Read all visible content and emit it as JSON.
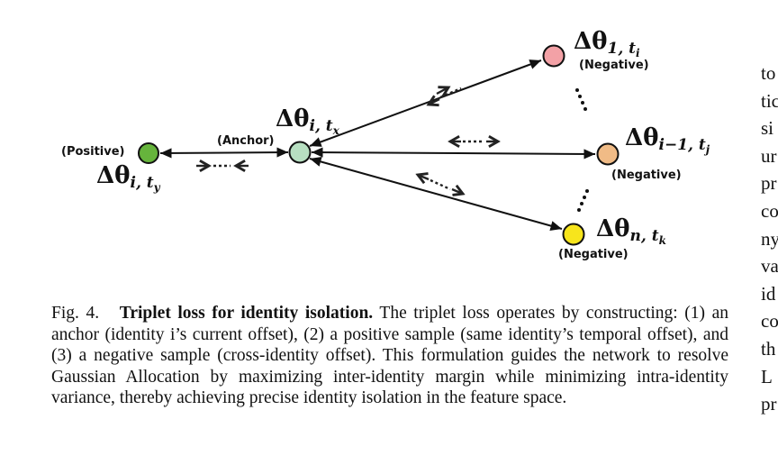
{
  "diagram": {
    "nodes": {
      "positive": {
        "label": "Δθ",
        "sub": "i, t",
        "subsub": "y",
        "tag": "(Positive)",
        "color": "#66b43c"
      },
      "anchor": {
        "label": "Δθ",
        "sub": "i, t",
        "subsub": "x",
        "tag": "(Anchor)",
        "color": "#b7dfc1"
      },
      "neg1": {
        "label": "Δθ",
        "sub": "1, t",
        "subsub": "i",
        "tag": "(Negative)",
        "color": "#f3a1a6"
      },
      "neg2": {
        "label": "Δθ",
        "sub": "i−1, t",
        "subsub": "j",
        "tag": "(Negative)",
        "color": "#f0bb86"
      },
      "negn": {
        "label": "Δθ",
        "sub": "n, t",
        "subsub": "k",
        "tag": "(Negative)",
        "color": "#f7e51c"
      }
    }
  },
  "caption": {
    "prefix": "Fig. 4.",
    "title": "Triplet loss for identity isolation.",
    "body": "The triplet loss operates by constructing: (1) an anchor (identity i’s current offset), (2) a positive sample (same identity’s temporal offset), and (3) a negative sample (cross-identity offset). This formulation guides the network to resolve Gaussian Allocation by maximizing inter-identity margin while minimizing intra-identity variance, thereby achieving precise identity isolation in the feature space."
  },
  "side_column": [
    "to",
    "tic",
    "si",
    "ur",
    "pr",
    "co",
    "ny",
    "va",
    "id",
    "co",
    "th",
    "L",
    "pr"
  ]
}
